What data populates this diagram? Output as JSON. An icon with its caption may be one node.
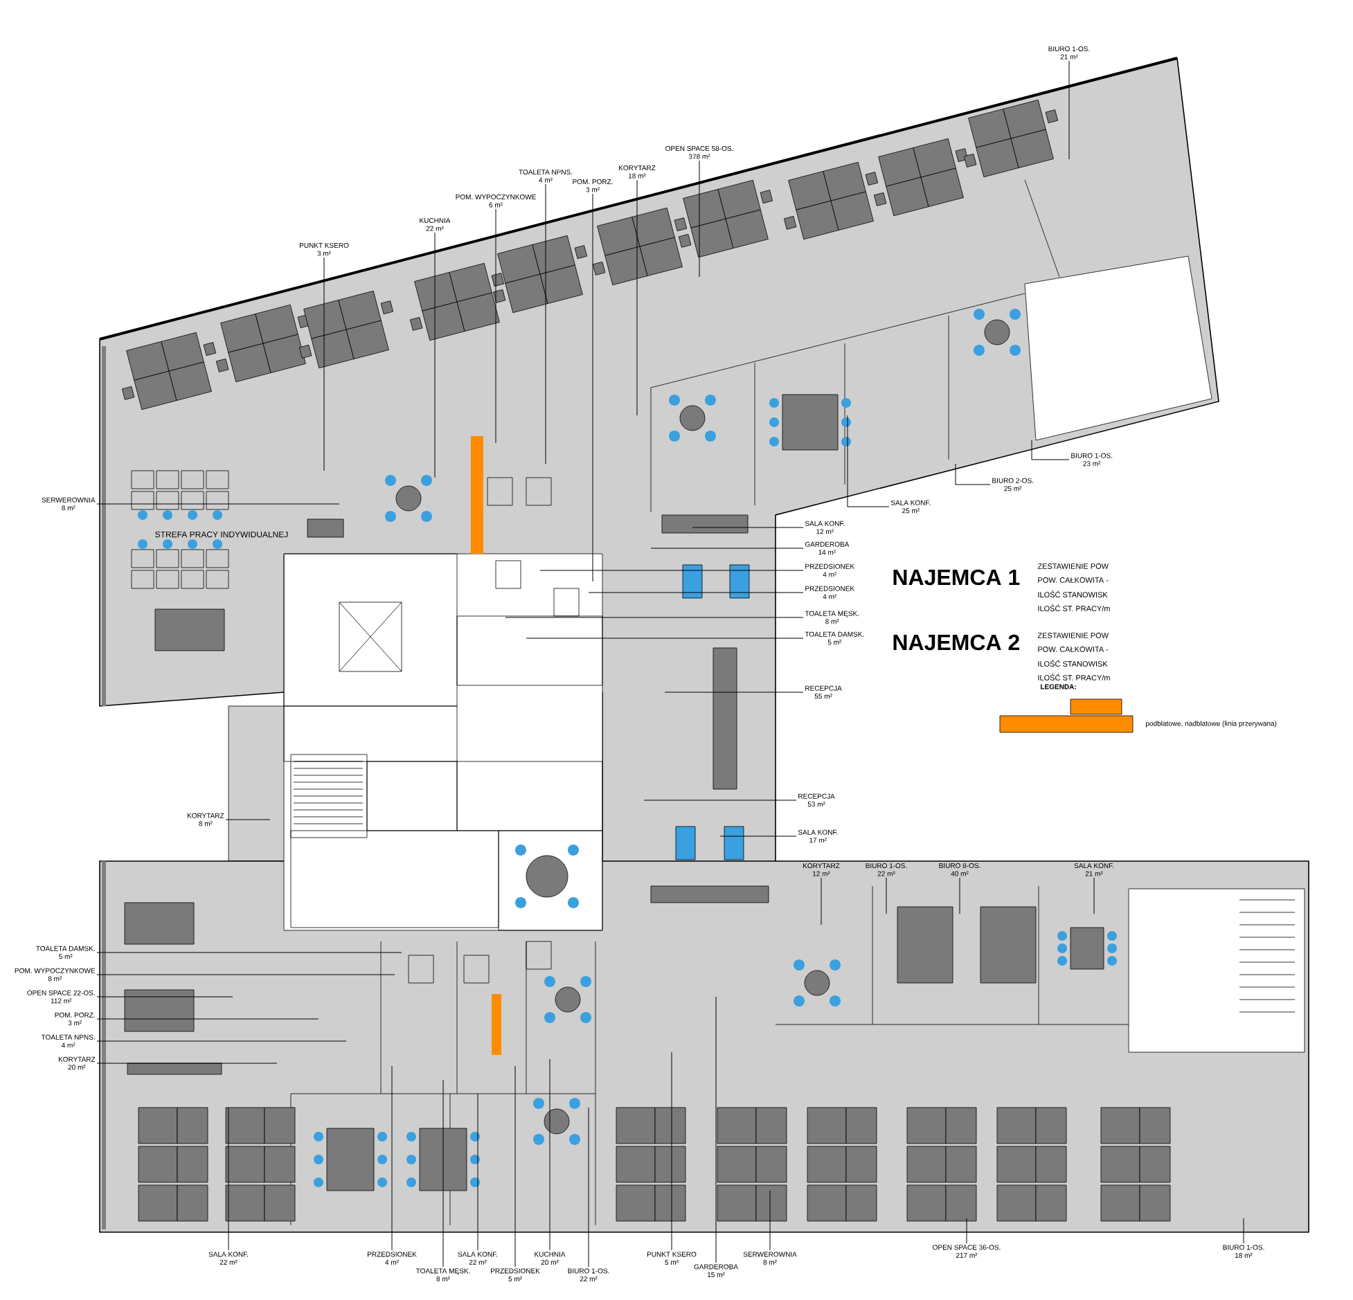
{
  "diagram": {
    "nodes": [
      {
        "text": [
          "PUNKT KSERO",
          "3 m²"
        ]
      },
      {
        "text": [
          "KUCHNIA",
          "22 m²"
        ]
      },
      {
        "text": [
          "POM. WYPOCZYNKOWE",
          "6 m²"
        ]
      },
      {
        "text": [
          "TOALETA NPNS.",
          "4 m²"
        ]
      },
      {
        "text": [
          "POM. PORZ.",
          "3 m²"
        ]
      },
      {
        "text": [
          "KORYTARZ",
          "18 m²"
        ]
      },
      {
        "text": [
          "OPEN SPACE 58-OS.",
          "378 m²"
        ]
      },
      {
        "text": [
          "BIURO 1-OS.",
          "21 m²"
        ]
      },
      {
        "text": [
          "BIURO 1-OS.",
          "23 m²"
        ]
      },
      {
        "text": [
          "BIURO 2-OS.",
          "25 m²"
        ]
      },
      {
        "text": [
          "SALA KONF.",
          "25 m²"
        ]
      },
      {
        "text": [
          "SALA KONF.",
          "12 m²"
        ]
      },
      {
        "text": [
          "GARDEROBA",
          "14 m²"
        ]
      },
      {
        "text": [
          "PRZEDSIONEK",
          "4 m²"
        ]
      },
      {
        "text": [
          "PRZEDSIONEK",
          "4 m²"
        ]
      },
      {
        "text": [
          "TOALETA MĘSK.",
          "8 m²"
        ]
      },
      {
        "text": [
          "TOALETA DAMSK.",
          "5 m²"
        ]
      },
      {
        "text": [
          "RECEPCJA",
          "55 m²"
        ]
      },
      {
        "text": [
          "RECEPCJA",
          "53 m²"
        ]
      },
      {
        "text": [
          "SALA KONF.",
          "17 m²"
        ]
      },
      {
        "text": [
          "KORYTARZ",
          "12 m²"
        ]
      },
      {
        "text": [
          "BIURO 1-OS.",
          "22 m²"
        ]
      },
      {
        "text": [
          "BIURO 8-OS.",
          "40 m²"
        ]
      },
      {
        "text": [
          "SALA KONF.",
          "21 m²"
        ]
      },
      {
        "text": [
          "SERWEROWNIA",
          "8 m²"
        ]
      },
      {
        "text": [
          "KORYTARZ",
          "8 m²"
        ]
      },
      {
        "text": [
          "TOALETA DAMSK.",
          "5 m²"
        ]
      },
      {
        "text": [
          "POM. WYPOCZYNKOWE",
          "8 m²"
        ]
      },
      {
        "text": [
          "OPEN SPACE 22-OS.",
          "112 m²"
        ]
      },
      {
        "text": [
          "POM. PORZ.",
          "3 m²"
        ]
      },
      {
        "text": [
          "TOALETA NPNS.",
          "4 m²"
        ]
      },
      {
        "text": [
          "KORYTARZ",
          "20 m²"
        ]
      },
      {
        "text": [
          "SALA KONF.",
          "22 m²"
        ]
      },
      {
        "text": [
          "PRZEDSIONEK",
          "4 m²"
        ]
      },
      {
        "text": [
          "TOALETA MĘSK.",
          "8 m²"
        ]
      },
      {
        "text": [
          "SALA KONF.",
          "22 m²"
        ]
      },
      {
        "text": [
          "PRZEDSIONEK",
          "5 m²"
        ]
      },
      {
        "text": [
          "KUCHNIA",
          "20 m²"
        ]
      },
      {
        "text": [
          "BIURO 1-OS.",
          "22 m²"
        ]
      },
      {
        "text": [
          "PUNKT KSERO",
          "5 m²"
        ]
      },
      {
        "text": [
          "GARDEROBA",
          "15 m²"
        ]
      },
      {
        "text": [
          "SERWEROWNIA",
          "8 m²"
        ]
      },
      {
        "text": [
          "OPEN SPACE 36-OS.",
          "217 m²"
        ]
      },
      {
        "text": [
          "BIURO 1-OS.",
          "18 m²"
        ]
      }
    ],
    "edges": [
      {
        "from": 0,
        "to": null,
        "arrow": "none"
      },
      {
        "from": 1,
        "to": null,
        "arrow": "none"
      },
      {
        "from": 2,
        "to": null,
        "arrow": "none"
      },
      {
        "from": 3,
        "to": null,
        "arrow": "none"
      },
      {
        "from": 4,
        "to": null,
        "arrow": "none"
      },
      {
        "from": 5,
        "to": null,
        "arrow": "none"
      },
      {
        "from": 6,
        "to": null,
        "arrow": "none"
      },
      {
        "from": 7,
        "to": null,
        "arrow": "none"
      },
      {
        "from": 8,
        "to": null,
        "arrow": "none"
      },
      {
        "from": 9,
        "to": null,
        "arrow": "none"
      },
      {
        "from": 10,
        "to": null,
        "arrow": "none"
      },
      {
        "from": 11,
        "to": null,
        "arrow": "none"
      },
      {
        "from": 12,
        "to": null,
        "arrow": "none"
      },
      {
        "from": 13,
        "to": null,
        "arrow": "none"
      },
      {
        "from": 14,
        "to": null,
        "arrow": "none"
      },
      {
        "from": 15,
        "to": null,
        "arrow": "none"
      },
      {
        "from": 16,
        "to": null,
        "arrow": "none"
      },
      {
        "from": 17,
        "to": null,
        "arrow": "none"
      },
      {
        "from": 18,
        "to": null,
        "arrow": "none"
      },
      {
        "from": 19,
        "to": null,
        "arrow": "none"
      },
      {
        "from": 20,
        "to": null,
        "arrow": "none"
      },
      {
        "from": 21,
        "to": null,
        "arrow": "none"
      },
      {
        "from": 22,
        "to": null,
        "arrow": "none"
      },
      {
        "from": 23,
        "to": null,
        "arrow": "none"
      },
      {
        "from": 24,
        "to": null,
        "arrow": "none"
      },
      {
        "from": 25,
        "to": null,
        "arrow": "none"
      },
      {
        "from": 26,
        "to": null,
        "arrow": "none"
      },
      {
        "from": 27,
        "to": null,
        "arrow": "none"
      },
      {
        "from": 28,
        "to": null,
        "arrow": "none"
      },
      {
        "from": 29,
        "to": null,
        "arrow": "none"
      },
      {
        "from": 30,
        "to": null,
        "arrow": "none"
      },
      {
        "from": 31,
        "to": null,
        "arrow": "none"
      },
      {
        "from": 32,
        "to": null,
        "arrow": "none"
      },
      {
        "from": 33,
        "to": null,
        "arrow": "none"
      },
      {
        "from": 34,
        "to": null,
        "arrow": "none"
      },
      {
        "from": 35,
        "to": null,
        "arrow": "none"
      },
      {
        "from": 36,
        "to": null,
        "arrow": "none"
      },
      {
        "from": 37,
        "to": null,
        "arrow": "none"
      },
      {
        "from": 38,
        "to": null,
        "arrow": "none"
      },
      {
        "from": 39,
        "to": null,
        "arrow": "none"
      },
      {
        "from": 40,
        "to": null,
        "arrow": "none"
      },
      {
        "from": 41,
        "to": null,
        "arrow": "none"
      },
      {
        "from": 42,
        "to": null,
        "arrow": "none"
      },
      {
        "from": 43,
        "to": null,
        "arrow": "none"
      }
    ],
    "labels": [
      "STREFA PRACY INDYWIDUALNEJ",
      "NAJEMCA 1",
      "ZESTAWIENIE POW",
      "POW. CAŁKOWITA -",
      "ILOŚĆ STANOWISK",
      "ILOŚĆ ST. PRACY/m",
      "NAJEMCA 2",
      "ZESTAWIENIE POW",
      "POW. CAŁKOWITA -",
      "ILOŚĆ STANOWISK",
      "ILOŚĆ ST. PRACY/m",
      "LEGENDA:"
    ],
    "legend": [
      {
        "text": "podblatowe, nadblatowe (linia przerywana)",
        "color": "#ff8c00"
      }
    ]
  }
}
